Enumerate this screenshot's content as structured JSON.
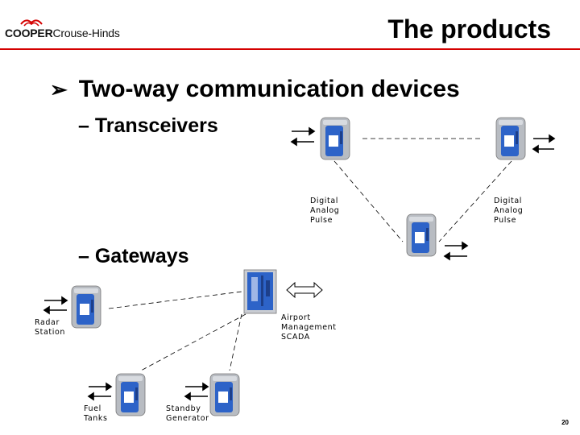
{
  "header": {
    "logo_bold": "COOPER",
    "logo_rest": "Crouse-Hinds",
    "title": "The products"
  },
  "main": {
    "bullet": "Two-way communication devices",
    "sub_transceivers": "– Transceivers",
    "sub_gateways": "– Gateways"
  },
  "diagram": {
    "label_left": [
      "Digital",
      "Analog",
      "Pulse"
    ],
    "label_right": [
      "Digital",
      "Analog",
      "Pulse"
    ],
    "label_airport": [
      "Airport",
      "Management",
      "SCADA"
    ],
    "label_radar": [
      "Radar",
      "Station"
    ],
    "label_fuel": [
      "Fuel",
      "Tanks"
    ],
    "label_standby": [
      "Standby",
      "Generator"
    ]
  },
  "footer": {
    "page_number": "20"
  },
  "colors": {
    "accent_red": "#d40000",
    "device_blue": "#2d63c8",
    "device_grey": "#b8bcc2"
  }
}
